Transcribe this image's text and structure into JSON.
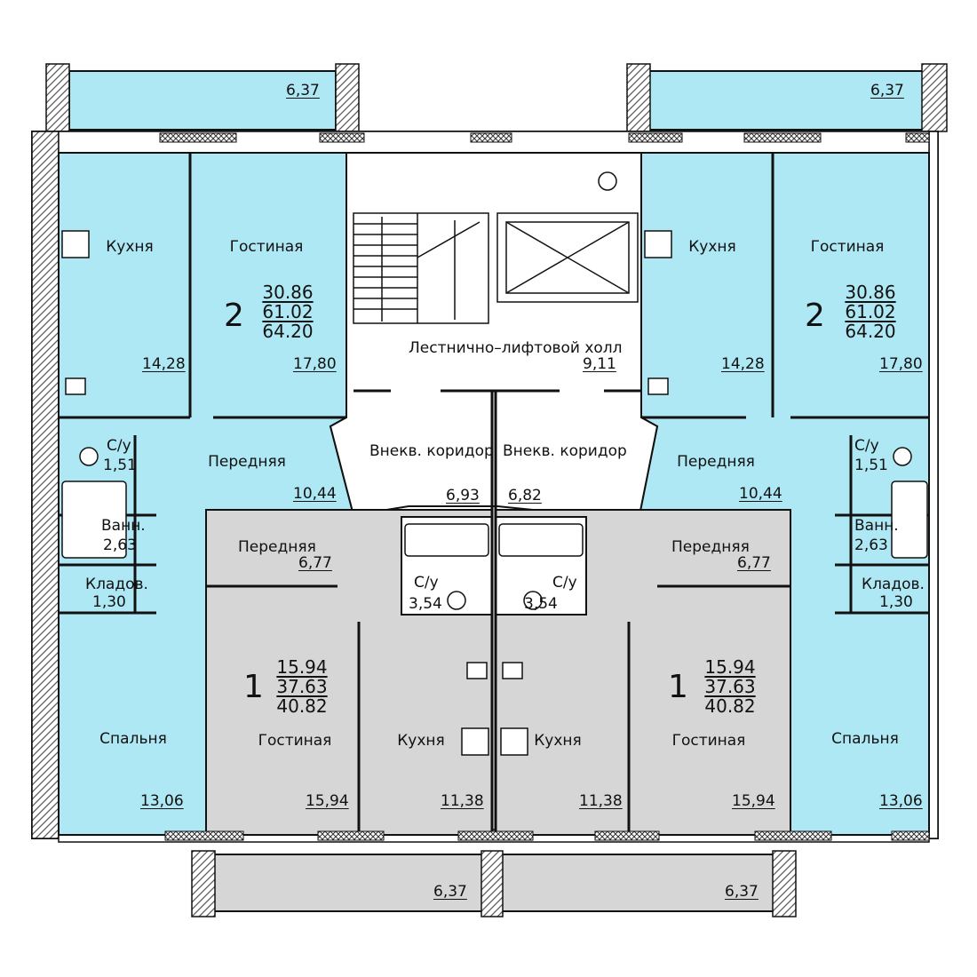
{
  "colors": {
    "wall_pattern": "#6b6b6b",
    "two_room_fill": "#aee8f4",
    "one_room_fill": "#d6d6d6",
    "balcony_fill": "#aee8f4",
    "common_fill": "#ffffff",
    "line": "#111111"
  },
  "top_balconies": {
    "left_area": "6,37",
    "right_area": "6,37"
  },
  "bottom_balconies": {
    "left_area": "6,37",
    "right_area": "6,37"
  },
  "apartment_left_2": {
    "rooms_count": "2",
    "areas": {
      "living": "30.86",
      "total": "61.02",
      "total_with_balcony": "64.20"
    },
    "kitchen": {
      "name": "Кухня",
      "area": "14,28"
    },
    "living_room": {
      "name": "Гостиная",
      "area": "17,80"
    },
    "hall": {
      "name": "Передняя",
      "area": "10,44"
    },
    "wc": {
      "name": "С/у",
      "area": "1,51"
    },
    "bath": {
      "name": "Ванн.",
      "area": "2,63"
    },
    "storage": {
      "name": "Кладов.",
      "area": "1,30"
    },
    "bedroom": {
      "name": "Спальня",
      "area": "13,06"
    }
  },
  "apartment_right_2": {
    "rooms_count": "2",
    "areas": {
      "living": "30.86",
      "total": "61.02",
      "total_with_balcony": "64.20"
    },
    "kitchen": {
      "name": "Кухня",
      "area": "14,28"
    },
    "living_room": {
      "name": "Гостиная",
      "area": "17,80"
    },
    "hall": {
      "name": "Передняя",
      "area": "10,44"
    },
    "wc": {
      "name": "С/у",
      "area": "1,51"
    },
    "bath": {
      "name": "Ванн.",
      "area": "2,63"
    },
    "storage": {
      "name": "Кладов.",
      "area": "1,30"
    },
    "bedroom": {
      "name": "Спальня",
      "area": "13,06"
    }
  },
  "apartment_left_1": {
    "rooms_count": "1",
    "areas": {
      "living": "15.94",
      "total": "37.63",
      "total_with_balcony": "40.82"
    },
    "hall": {
      "name": "Передняя",
      "area": "6,77"
    },
    "bathroom": {
      "name": "С/у",
      "area": "3,54"
    },
    "living_room": {
      "name": "Гостиная",
      "area": "15,94"
    },
    "kitchen": {
      "name": "Кухня",
      "area": "11,38"
    }
  },
  "apartment_right_1": {
    "rooms_count": "1",
    "areas": {
      "living": "15.94",
      "total": "37.63",
      "total_with_balcony": "40.82"
    },
    "hall": {
      "name": "Передняя",
      "area": "6,77"
    },
    "bathroom": {
      "name": "С/у",
      "area": "3,54"
    },
    "living_room": {
      "name": "Гостиная",
      "area": "15,94"
    },
    "kitchen": {
      "name": "Кухня",
      "area": "11,38"
    }
  },
  "common": {
    "stair_hall": {
      "name": "Лестнично–лифтовой холл",
      "area": "9,11"
    },
    "corridor_left": {
      "name": "Внекв.",
      "name2": "коридор",
      "area": "6,93"
    },
    "corridor_right": {
      "name": "Внекв.",
      "name2": "коридор",
      "area": "6,82"
    }
  }
}
